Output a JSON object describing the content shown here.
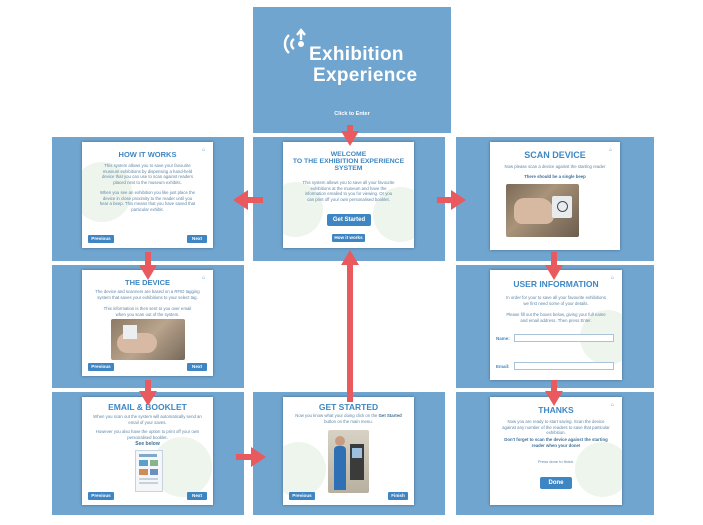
{
  "title_panel": {
    "logo_line1": "Exhibition",
    "logo_line2": "Experience",
    "cta": "Click to Enter"
  },
  "screens": {
    "welcome": {
      "title_line1": "WELCOME",
      "title_line2": "TO THE EXHIBITION EXPERIENCE",
      "title_line3": "SYSTEM",
      "body": "This system allows you to save all your favourite exhibitions at the museum and have the information emailed to you for viewing. Or you can print off your own personalised booklet.",
      "primary_button": "Get Started",
      "secondary_button": "How it works"
    },
    "how_it_works": {
      "title": "HOW IT WORKS",
      "body_1": "This system allows you to save your favourite museum exhibitions by dispensing a hand-held device that you can use to scan against readers placed next to the museum exhibits.",
      "body_2": "When you see an exhibition you like just place the device in close proximity to the reader until you hear a beep. This means that you have saved that particular exhibit.",
      "prev": "Previous",
      "next": "Next"
    },
    "device": {
      "title": "THE DEVICE",
      "body_1": "The device and scanners are based on a RFID tagging system that saves your exhibitions to your select tag.",
      "body_2": "This information is then sent to you over email when you scan out of the system.",
      "prev": "Previous",
      "next": "Next"
    },
    "email_booklet": {
      "title": "EMAIL & BOOKLET",
      "body_1": "When you scan out the system will automatically send an email of your saves.",
      "body_2": "However you also have the option to print off your own personalised booklet.",
      "see_below": "See below",
      "prev": "Previous",
      "next": "Next"
    },
    "get_started": {
      "title": "GET STARTED",
      "body_1": "Now you know what your doing click on the",
      "body_bold": "Get Started",
      "body_2": "button on the main menu.",
      "prev": "Previous",
      "finish": "Finish"
    },
    "scan_device": {
      "title": "SCAN DEVICE",
      "body": "Now please scan a device against the starting reader",
      "bold": "There should be a single beep"
    },
    "user_info": {
      "title": "USER INFORMATION",
      "body_1": "In order for your to save all your favourite exhibitions we first need some of your details.",
      "body_2": "Please fill out the boxes below, giving your full name and email address. Then press Enter.",
      "name_label": "Name:",
      "email_label": "Email:"
    },
    "thanks": {
      "title": "THANKS",
      "body": "Now you are ready to start saving. Scan the device against any number of the readers to save that particular exhibition.",
      "bold": "Don't forget to scan the device against the starting reader when your done!",
      "small": "Press done to finish.",
      "button": "Done"
    }
  },
  "colors": {
    "panel": "#6fa5cf",
    "accent": "#3e86c3",
    "arrow": "#e95a5f"
  }
}
